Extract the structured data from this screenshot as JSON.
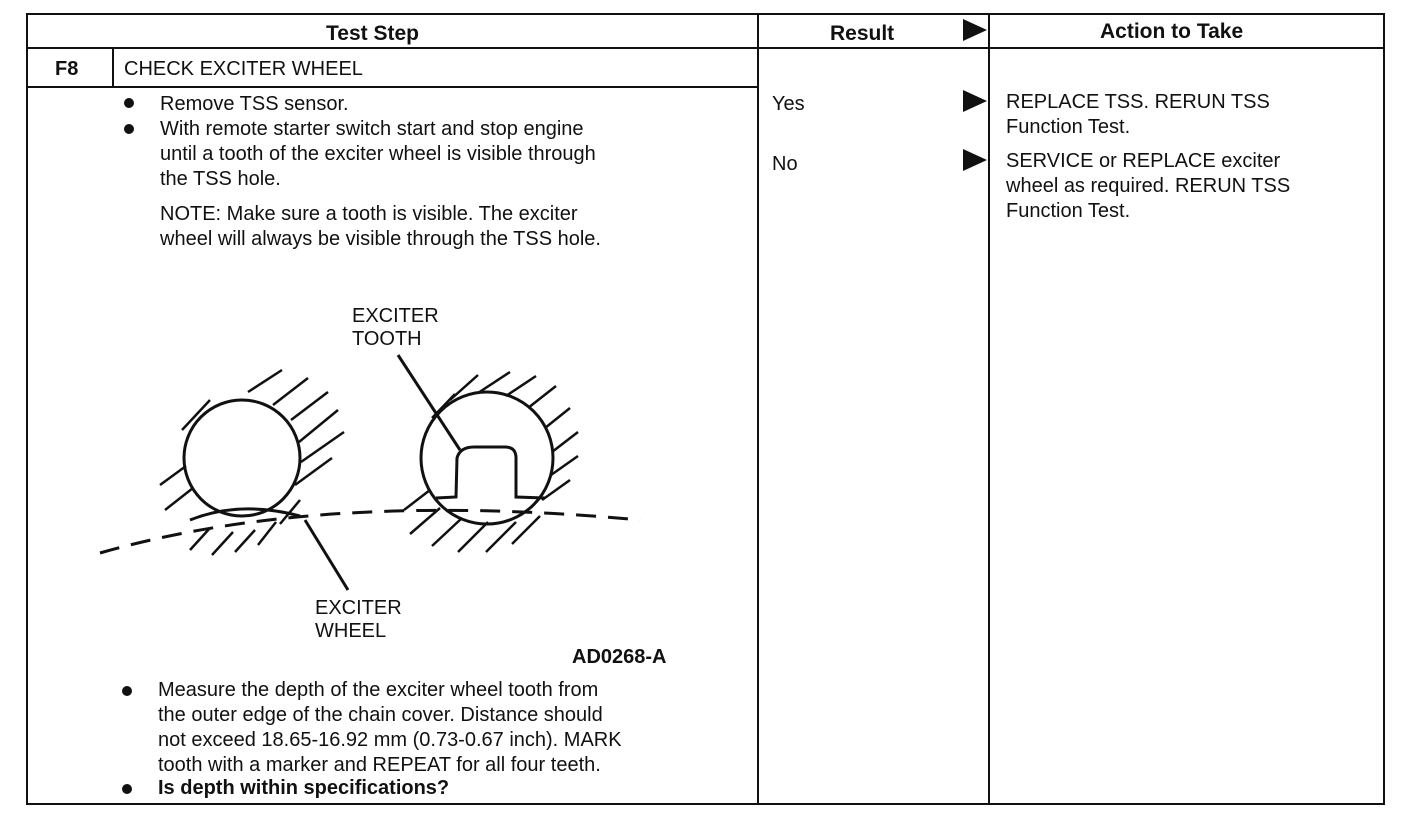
{
  "header": {
    "test_step": "Test Step",
    "result": "Result",
    "action": "Action to Take"
  },
  "step": {
    "id": "F8",
    "title": "CHECK EXCITER WHEEL",
    "bullets": [
      "Remove TSS sensor.",
      "With remote starter switch start and stop engine\nuntil a tooth of the exciter wheel is visible through\nthe TSS hole."
    ],
    "note": "NOTE: Make sure a tooth is visible. The exciter\nwheel will always be visible through the TSS hole.",
    "figure": {
      "label_tooth": "EXCITER\nTOOTH",
      "label_wheel": "EXCITER\nWHEEL",
      "figure_id": "AD0268-A"
    },
    "bullets_after": [
      "Measure the depth of the exciter wheel tooth from\nthe outer edge of the chain cover. Distance should\nnot exceed 18.65-16.92 mm (0.73-0.67 inch). MARK\ntooth with a marker and REPEAT for all four teeth."
    ],
    "question": "Is depth within specifications?"
  },
  "results": [
    {
      "result": "Yes",
      "action": "REPLACE TSS. RERUN TSS\nFunction Test."
    },
    {
      "result": "No",
      "action": "SERVICE or REPLACE exciter\nwheel as required. RERUN TSS\nFunction Test."
    }
  ]
}
